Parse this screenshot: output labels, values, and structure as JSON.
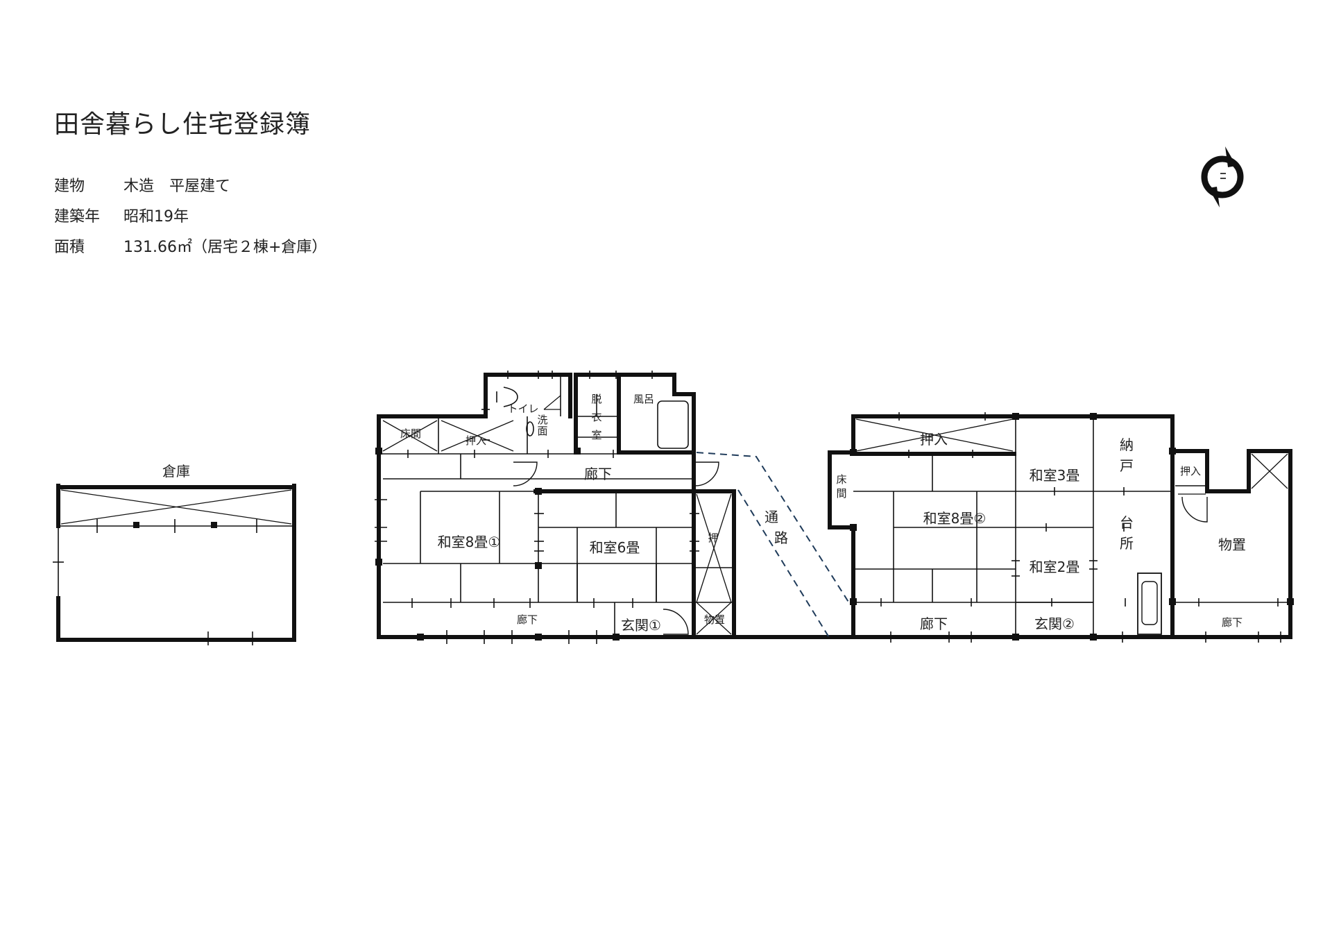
{
  "document": {
    "title": "田舎暮らし住宅登録簿",
    "info": [
      {
        "label": "建物",
        "value": "木造　平屋建て"
      },
      {
        "label": "建築年",
        "value": "昭和19年"
      },
      {
        "label": "面積",
        "value": "131.66㎡（居宅２棟+倉庫）"
      }
    ]
  },
  "floor_plan": {
    "warehouse_label": "倉庫",
    "rooms": {
      "tokonoma_1": "床間",
      "oshiire_1": "押入",
      "toilet": "トイレ",
      "washroom": "洗面",
      "dressing": "脱衣室",
      "bath": "風呂",
      "corridor_1_upper": "廊下",
      "washitsu_8_1": "和室8畳①",
      "washitsu_6": "和室6畳",
      "oshi_small": "押",
      "corridor_1_lower": "廊下",
      "genkan_1": "玄関①",
      "storage_small": "物置",
      "passage": "通路",
      "tokonoma_2": "床間",
      "oshiire_2": "押入",
      "washitsu_8_2": "和室8畳②",
      "washitsu_3": "和室3畳",
      "washitsu_2": "和室2畳",
      "nando": "納戸",
      "kitchen": "台所",
      "corridor_2": "廊下",
      "genkan_2": "玄関②",
      "oshiire_3": "押入",
      "storage": "物置",
      "corridor_3": "廊下"
    }
  },
  "icons": {
    "compass": "compass-icon"
  }
}
